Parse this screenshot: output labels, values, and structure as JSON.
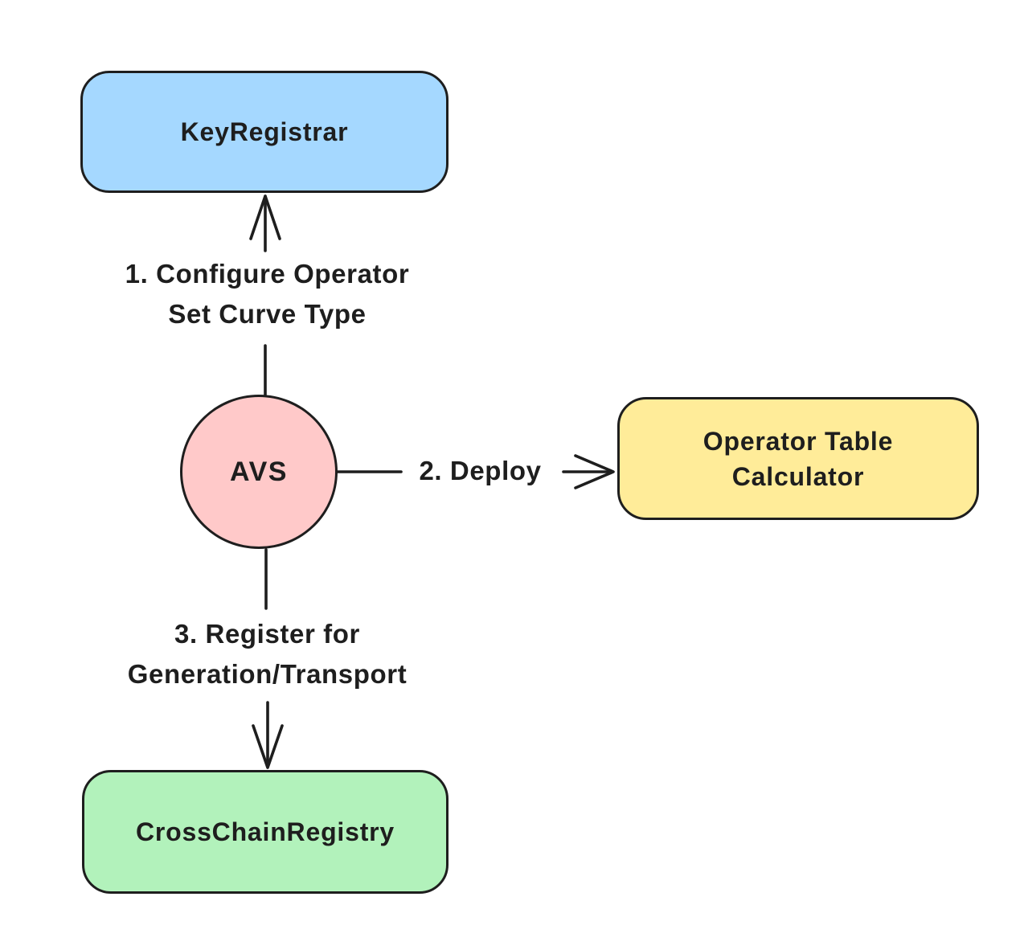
{
  "diagram": {
    "type": "flowchart",
    "canvas": {
      "background": "#ffffff",
      "stroke_color": "#1e1e1e",
      "text_color": "#1e1e1e"
    },
    "nodes": {
      "key_registrar": {
        "label": "KeyRegistrar",
        "shape": "rounded-rect",
        "fill": "#a5d8ff"
      },
      "avs": {
        "label": "AVS",
        "shape": "circle",
        "fill": "#ffc9c9"
      },
      "operator_table_calculator": {
        "label": "Operator Table Calculator",
        "shape": "rounded-rect",
        "fill": "#ffec99"
      },
      "cross_chain_registry": {
        "label": "CrossChainRegistry",
        "shape": "rounded-rect",
        "fill": "#b2f2bb"
      }
    },
    "edges": {
      "configure": {
        "from": "AVS",
        "to": "KeyRegistrar",
        "direction": "up",
        "lines": [
          "1. Configure Operator",
          "Set Curve Type"
        ]
      },
      "deploy": {
        "from": "AVS",
        "to": "Operator Table Calculator",
        "direction": "right",
        "lines": [
          "2. Deploy"
        ]
      },
      "register": {
        "from": "AVS",
        "to": "CrossChainRegistry",
        "direction": "down",
        "lines": [
          "3. Register for",
          "Generation/Transport"
        ]
      }
    }
  }
}
